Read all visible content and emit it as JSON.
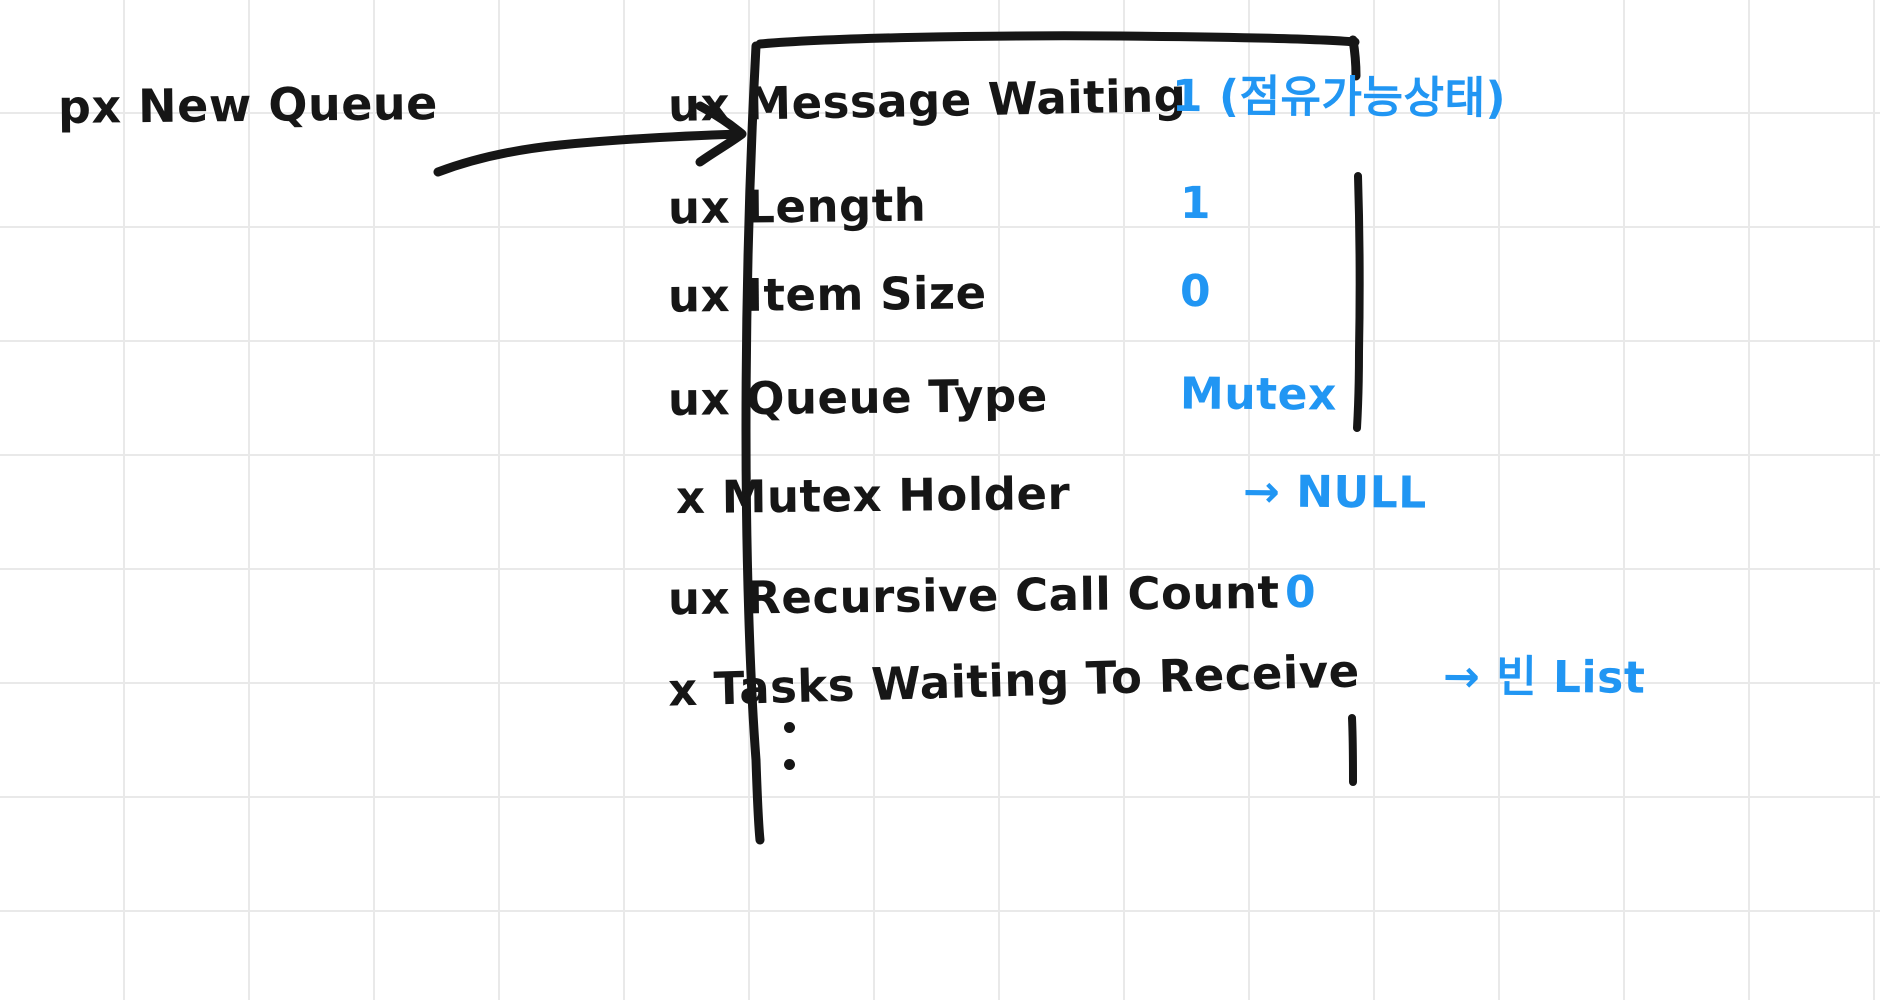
{
  "diagram": {
    "title_label": "px New Queue",
    "struct": {
      "fields": [
        {
          "type": "ux",
          "name": "ux Message Waiting",
          "value": "1 (점유가능상태)",
          "value_color": "#2196f3"
        },
        {
          "type": "ux",
          "name": "ux Length",
          "value": "1",
          "value_color": "#2196f3"
        },
        {
          "type": "ux",
          "name": "ux Item Size",
          "value": "0",
          "value_color": "#2196f3"
        },
        {
          "type": "ux",
          "name": "ux Queue Type",
          "value": "Mutex",
          "value_color": "#2196f3"
        },
        {
          "type": "x",
          "name": "x Mutex Holder",
          "value": "→ NULL",
          "value_color": "#2196f3"
        },
        {
          "type": "ux",
          "name": "ux Recursive Call Count",
          "value": "0",
          "value_color": "#2196f3"
        },
        {
          "type": "x",
          "name": "x Tasks Waiting To Receive",
          "value": "→ 빈 List",
          "value_color": "#2196f3"
        }
      ],
      "continuation": "⋮"
    },
    "annotations": {
      "pointer_arrow": "arrow pointing right from px New Queue to struct",
      "message_waiting_note": "1 (점유가능상태)",
      "mutex_holder_note": "NULL",
      "tasks_waiting_note": "빈 List"
    },
    "colors": {
      "ink": "#161616",
      "accent": "#2196f3",
      "grid": "#e9e9e9",
      "background": "#ffffff"
    }
  }
}
